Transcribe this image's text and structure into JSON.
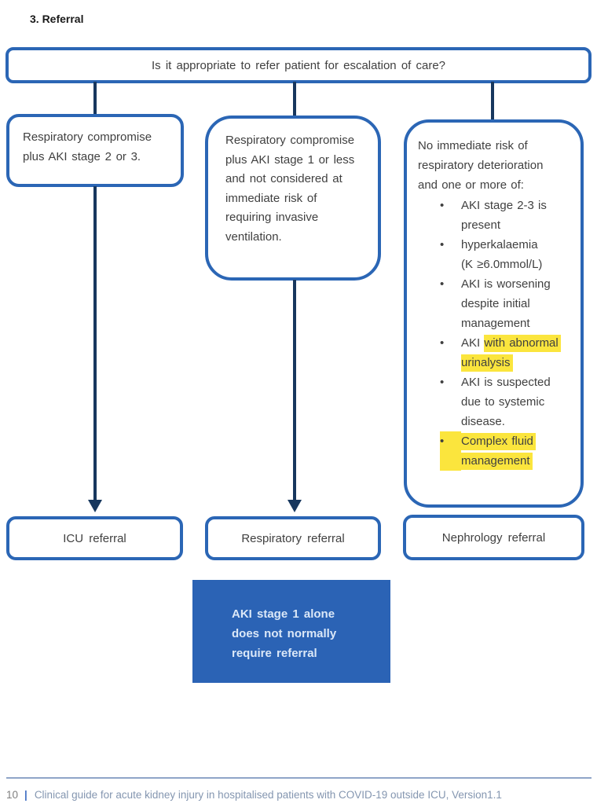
{
  "page": {
    "heading": "3. Referral"
  },
  "flowchart": {
    "question": "Is it appropriate to refer patient for escalation of care?",
    "left_box": {
      "lines": [
        "Respiratory compromise",
        "plus AKI stage 2 or 3."
      ]
    },
    "middle_box": {
      "lines": [
        "Respiratory compromise",
        "plus AKI stage 1 or less",
        "and not considered at",
        "immediate risk of",
        "requiring invasive",
        "ventilation."
      ]
    },
    "right_box": {
      "intro_lines": [
        "No immediate risk of",
        "respiratory deterioration",
        "and one or more of:"
      ],
      "bullet_glyph": "•",
      "bullets": [
        {
          "line1": "AKI stage 2-3 is",
          "line2": "present"
        },
        {
          "line1": "hyperkalaemia",
          "line2": "(K ≥6.0mmol/L)"
        },
        {
          "line1": "AKI is worsening",
          "line2": "despite initial",
          "line3": "management"
        },
        {
          "prefix": "AKI ",
          "hl1": "with abnormal",
          "hl2": "urinalysis"
        },
        {
          "line1": "AKI is suspected",
          "line2": "due to systemic",
          "line3": "disease."
        },
        {
          "hl1": "Complex fluid",
          "hl2": "management"
        }
      ]
    },
    "outcomes": {
      "icu": "ICU referral",
      "respiratory": "Respiratory referral",
      "nephrology": "Nephrology referral"
    },
    "note_box": {
      "lines": [
        "AKI stage 1 alone",
        "does not normally",
        "require referral"
      ]
    }
  },
  "footer": {
    "page_number": "10",
    "separator": "|",
    "text": "Clinical guide for acute kidney injury in hospitalised patients with COVID-19 outside ICU, Version1.1"
  },
  "colors": {
    "box_border_blue": "#2b66b5",
    "connector_navy": "#17375e",
    "highlight_yellow": "#fbe53d",
    "note_fill_blue": "#2b63b5",
    "note_text": "#dbe8f8",
    "body_text": "#404040",
    "footer_text": "#8496b0",
    "footer_separator": "#4472c4",
    "footer_rule": "#8fa5c8"
  }
}
